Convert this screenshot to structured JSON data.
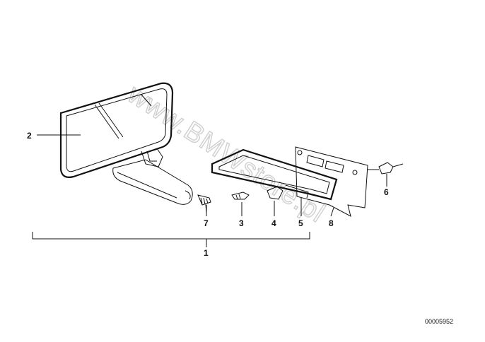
{
  "watermark": "www.BMWstore.pl",
  "part_number": "00005952",
  "callouts": [
    "1",
    "2",
    "3",
    "4",
    "5",
    "6",
    "7",
    "8"
  ]
}
